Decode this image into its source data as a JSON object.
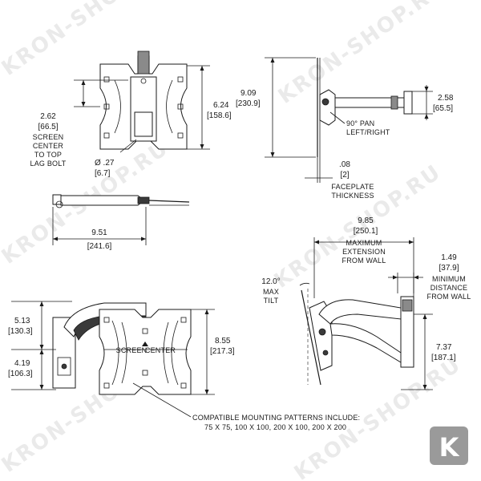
{
  "watermark": {
    "text": "KRON-SHOP.RU",
    "logo_letter": "K",
    "color": "#d9d9d9",
    "logo_color": "#9a9a9a"
  },
  "front_view": {
    "width_in": "6.24",
    "width_mm": "[158.6]",
    "screen_center_in": "2.62",
    "screen_center_mm": "[66.5]",
    "screen_center_label": [
      "SCREEN",
      "CENTER",
      "TO TOP",
      "LAG BOLT"
    ],
    "hole_in": "Ø .27",
    "hole_mm": "[6.7]"
  },
  "side_view": {
    "height_in": "9.09",
    "height_mm": "[230.9]",
    "arm_height_in": "2.58",
    "arm_height_mm": "[65.5]",
    "pan_label": [
      "90° PAN",
      "LEFT/RIGHT"
    ],
    "faceplate_in": ".08",
    "faceplate_mm": "[2]",
    "faceplate_label": [
      "FACEPLATE",
      "THICKNESS"
    ]
  },
  "top_view": {
    "depth_in": "9.51",
    "depth_mm": "[241.6]"
  },
  "extension_view": {
    "max_ext_in": "9.85",
    "max_ext_mm": "[250.1]",
    "max_ext_label": [
      "MAXIMUM",
      "EXTENSION",
      "FROM WALL"
    ],
    "min_dist_in": "1.49",
    "min_dist_mm": "[37.9]",
    "min_dist_label": [
      "MINIMUM",
      "DISTANCE",
      "FROM WALL"
    ],
    "tilt_label": [
      "12.0°",
      "MAX",
      "TILT"
    ],
    "lower_in": "7.37",
    "lower_mm": "[187.1]"
  },
  "bottom_front_view": {
    "upper_in": "5.13",
    "upper_mm": "[130.3]",
    "lower_in": "4.19",
    "lower_mm": "[106.3]",
    "plate_height_in": "8.55",
    "plate_height_mm": "[217.3]",
    "screen_center_text": [
      "SCREEN",
      "CENTER"
    ]
  },
  "patterns_note": {
    "line1": "COMPATIBLE MOUNTING PATTERNS INCLUDE:",
    "line2": "75 X 75, 100 X 100, 200 X 100, 200 X 200"
  }
}
